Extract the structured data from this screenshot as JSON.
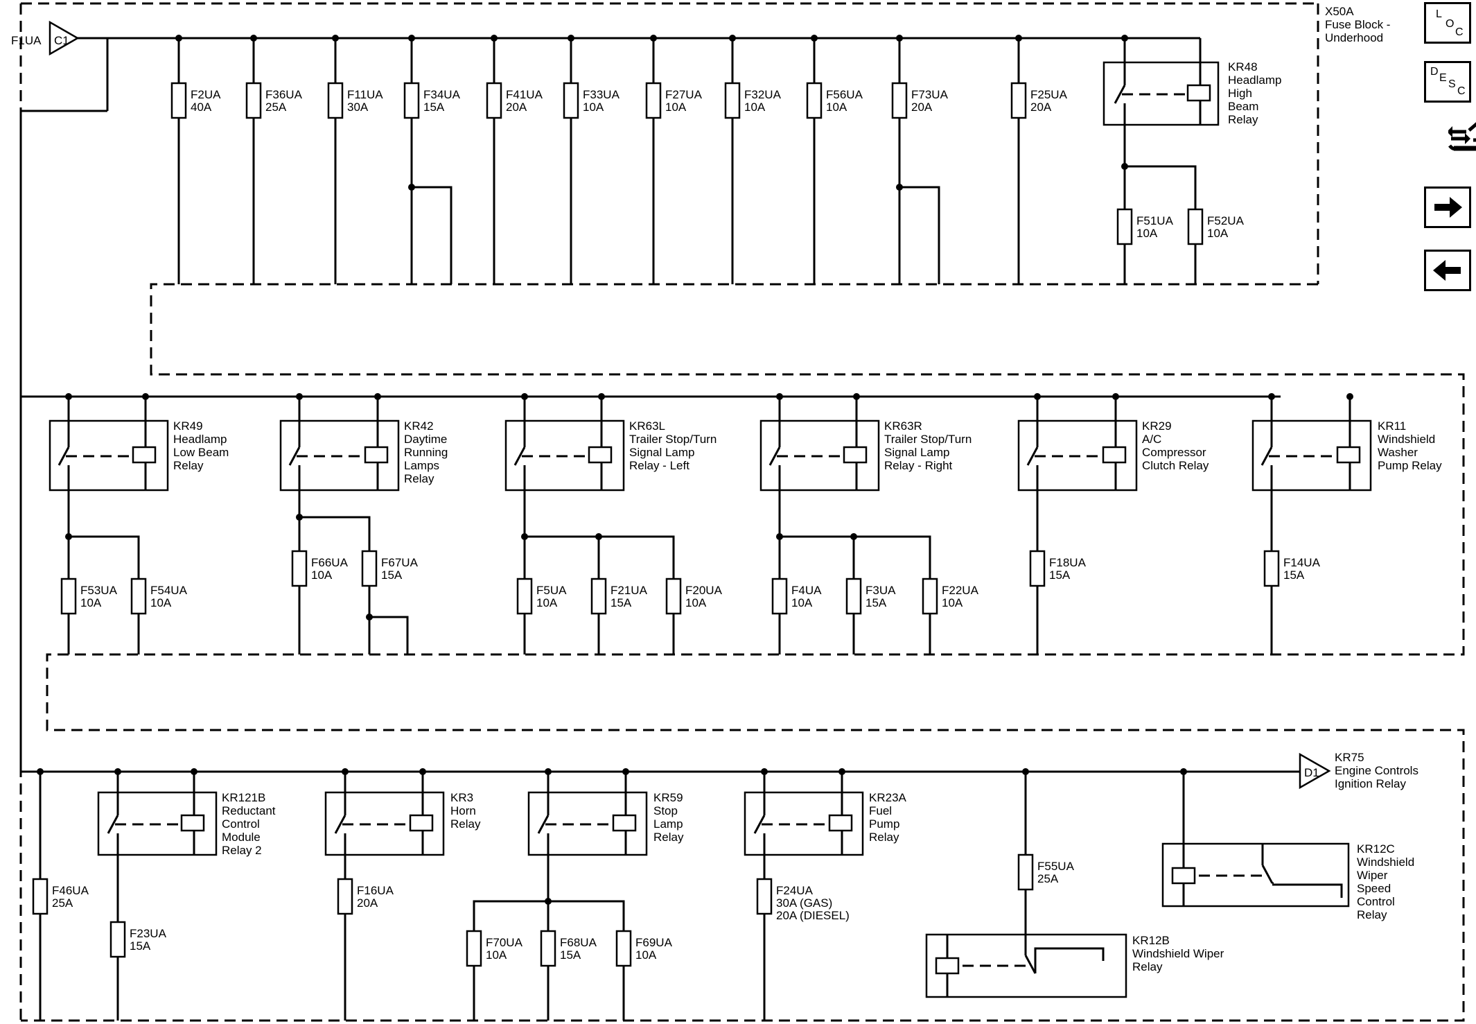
{
  "block": {
    "name": "X50A",
    "desc1": "Fuse Block -",
    "desc2": "Underhood"
  },
  "source": {
    "name": "F1UA",
    "connector": "C1"
  },
  "output": {
    "connector": "D1",
    "name": "KR75",
    "line1": "Engine Controls",
    "line2": "Ignition Relay"
  },
  "nav": {
    "loc": [
      "L",
      "O",
      "C"
    ],
    "desc": [
      "D",
      "E",
      "S",
      "C"
    ],
    "icons": [
      "loc-icon",
      "desc-icon",
      "connector-harness-icon",
      "next-arrow-icon",
      "previous-arrow-icon"
    ]
  },
  "fuses": {
    "F2UA": {
      "name": "F2UA",
      "rating": "40A"
    },
    "F36UA": {
      "name": "F36UA",
      "rating": "25A"
    },
    "F11UA": {
      "name": "F11UA",
      "rating": "30A"
    },
    "F34UA": {
      "name": "F34UA",
      "rating": "15A"
    },
    "F41UA": {
      "name": "F41UA",
      "rating": "20A"
    },
    "F33UA": {
      "name": "F33UA",
      "rating": "10A"
    },
    "F27UA": {
      "name": "F27UA",
      "rating": "10A"
    },
    "F32UA": {
      "name": "F32UA",
      "rating": "10A"
    },
    "F56UA": {
      "name": "F56UA",
      "rating": "10A"
    },
    "F73UA": {
      "name": "F73UA",
      "rating": "20A"
    },
    "F25UA": {
      "name": "F25UA",
      "rating": "20A"
    },
    "F51UA": {
      "name": "F51UA",
      "rating": "10A"
    },
    "F52UA": {
      "name": "F52UA",
      "rating": "10A"
    },
    "F53UA": {
      "name": "F53UA",
      "rating": "10A"
    },
    "F54UA": {
      "name": "F54UA",
      "rating": "10A"
    },
    "F66UA": {
      "name": "F66UA",
      "rating": "10A"
    },
    "F67UA": {
      "name": "F67UA",
      "rating": "15A"
    },
    "F5UA": {
      "name": "F5UA",
      "rating": "10A"
    },
    "F21UA": {
      "name": "F21UA",
      "rating": "15A"
    },
    "F20UA": {
      "name": "F20UA",
      "rating": "10A"
    },
    "F4UA": {
      "name": "F4UA",
      "rating": "10A"
    },
    "F3UA": {
      "name": "F3UA",
      "rating": "15A"
    },
    "F22UA": {
      "name": "F22UA",
      "rating": "10A"
    },
    "F18UA": {
      "name": "F18UA",
      "rating": "15A"
    },
    "F14UA": {
      "name": "F14UA",
      "rating": "15A"
    },
    "F46UA": {
      "name": "F46UA",
      "rating": "25A"
    },
    "F23UA": {
      "name": "F23UA",
      "rating": "15A"
    },
    "F16UA": {
      "name": "F16UA",
      "rating": "20A"
    },
    "F70UA": {
      "name": "F70UA",
      "rating": "10A"
    },
    "F68UA": {
      "name": "F68UA",
      "rating": "15A"
    },
    "F69UA": {
      "name": "F69UA",
      "rating": "10A"
    },
    "F24UA": {
      "name": "F24UA",
      "rating": "30A (GAS)",
      "rating2": "20A (DIESEL)"
    },
    "F55UA": {
      "name": "F55UA",
      "rating": "25A"
    }
  },
  "relays": {
    "KR48": {
      "lines": [
        "KR48",
        "Headlamp",
        "High",
        "Beam",
        "Relay"
      ]
    },
    "KR49": {
      "lines": [
        "KR49",
        "Headlamp",
        "Low Beam",
        "Relay"
      ]
    },
    "KR42": {
      "lines": [
        "KR42",
        "Daytime",
        "Running",
        "Lamps",
        "Relay"
      ]
    },
    "KR63L": {
      "lines": [
        "KR63L",
        "Trailer Stop/Turn",
        "Signal Lamp",
        "Relay - Left"
      ]
    },
    "KR63R": {
      "lines": [
        "KR63R",
        "Trailer Stop/Turn",
        "Signal Lamp",
        "Relay - Right"
      ]
    },
    "KR29": {
      "lines": [
        "KR29",
        "A/C",
        "Compressor",
        "Clutch Relay"
      ]
    },
    "KR11": {
      "lines": [
        "KR11",
        "Windshield",
        "Washer",
        "Pump Relay"
      ]
    },
    "KR121B": {
      "lines": [
        "KR121B",
        "Reductant",
        "Control",
        "Module",
        "Relay 2"
      ]
    },
    "KR3": {
      "lines": [
        "KR3",
        "Horn",
        "Relay"
      ]
    },
    "KR59": {
      "lines": [
        "KR59",
        "Stop",
        "Lamp",
        "Relay"
      ]
    },
    "KR23A": {
      "lines": [
        "KR23A",
        "Fuel",
        "Pump",
        "Relay"
      ]
    },
    "KR12C": {
      "lines": [
        "KR12C",
        "Windshield",
        "Wiper",
        "Speed",
        "Control",
        "Relay"
      ]
    },
    "KR12B": {
      "lines": [
        "KR12B",
        "Windshield Wiper",
        "Relay"
      ]
    }
  }
}
